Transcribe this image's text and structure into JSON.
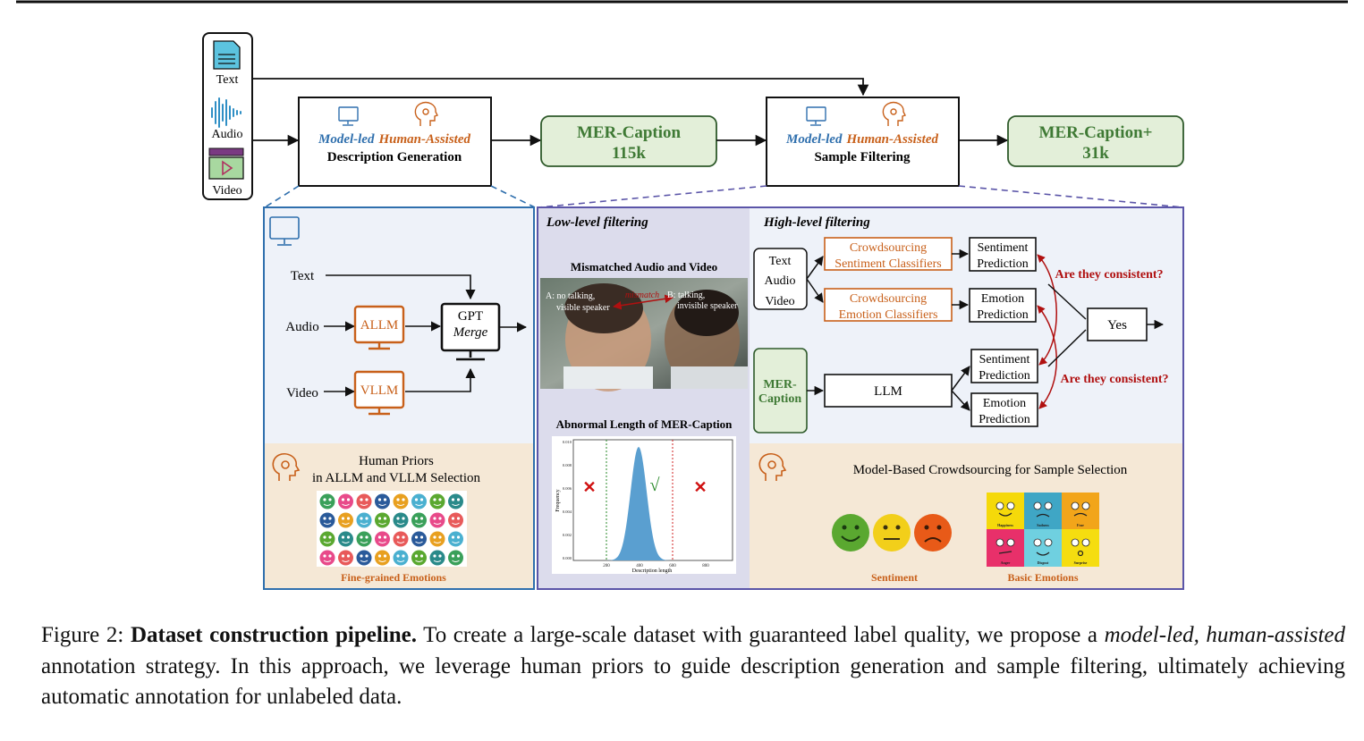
{
  "figure": {
    "inputs": {
      "text": "Text",
      "audio": "Audio",
      "video": "Video"
    },
    "gen_box": {
      "model_led": "Model-led",
      "human_assisted": "Human-Assisted",
      "title": "Description Generation"
    },
    "merc": {
      "name": "MER-Caption",
      "count": "115k"
    },
    "filt_box": {
      "model_led": "Model-led",
      "human_assisted": "Human-Assisted",
      "title": "Sample Filtering"
    },
    "mercplus": {
      "name": "MER-Caption+",
      "count": "31k"
    },
    "desc_panel": {
      "text": "Text",
      "audio": "Audio",
      "video": "Video",
      "allm": "ALLM",
      "vllm": "VLLM",
      "gpt": "GPT",
      "merge": "Merge",
      "priors_line1": "Human Priors",
      "priors_line2": "in ALLM and VLLM Selection",
      "fine_grained": "Fine-grained Emotions"
    },
    "low_level": {
      "title": "Low-level filtering",
      "mismatch_title": "Mismatched Audio and Video",
      "annot_a1": "A: no talking,",
      "annot_a2": "visible speaker",
      "annot_mid": "mismatch",
      "annot_b1": "B: talking,",
      "annot_b2": "invisible speaker",
      "abnormal_title": "Abnormal Length of MER-Caption",
      "ylabel": "Frequency",
      "xlabel": "Description length",
      "yticks": [
        "0.010",
        "0.008",
        "0.006",
        "0.004",
        "0.002",
        "0.000"
      ],
      "xticks": [
        "200",
        "400",
        "600",
        "800"
      ],
      "cross": "✕",
      "check": "√"
    },
    "high_level": {
      "title": "High-level filtering",
      "tav1": "Text",
      "tav2": "Audio",
      "tav3": "Video",
      "crowd_sent1": "Crowdsourcing",
      "crowd_sent2": "Sentiment Classifiers",
      "crowd_emo1": "Crowdsourcing",
      "crowd_emo2": "Emotion Classifiers",
      "sent1": "Sentiment",
      "pred": "Prediction",
      "emo1": "Emotion",
      "consistent": "Are they consistent?",
      "yes": "Yes",
      "mer1": "MER-",
      "mer2": "Caption",
      "llm": "LLM"
    },
    "crowd_panel": {
      "title": "Model-Based Crowdsourcing for Sample Selection",
      "sentiment": "Sentiment",
      "basic": "Basic Emotions",
      "happiness": "Happiness",
      "sadness": "Sadness",
      "fear": "Fear",
      "anger": "Anger",
      "disgust": "Disgust",
      "surprise": "Surprise"
    }
  },
  "caption": {
    "label": "Figure 2:",
    "bold": "Dataset construction pipeline.",
    "part1": " To create a large-scale dataset with guaranteed label quality, we propose a ",
    "italic": "model-led, human-assisted",
    "part2": " annotation strategy. In this approach, we leverage human priors to guide description generation and sample filtering, ultimately achieving automatic annotation for unlabeled data."
  },
  "colors": {
    "blue": "#2f6fad",
    "orange": "#c8601a",
    "green_fill": "#e3efd9",
    "green_text": "#3f7a35",
    "panel_blue": "#eef2f9",
    "panel_beige": "#f5e8d6",
    "panel_lav": "#dcdcec",
    "purple": "#5b55a8",
    "red": "#b01010",
    "teal": "#3fa6c5"
  }
}
